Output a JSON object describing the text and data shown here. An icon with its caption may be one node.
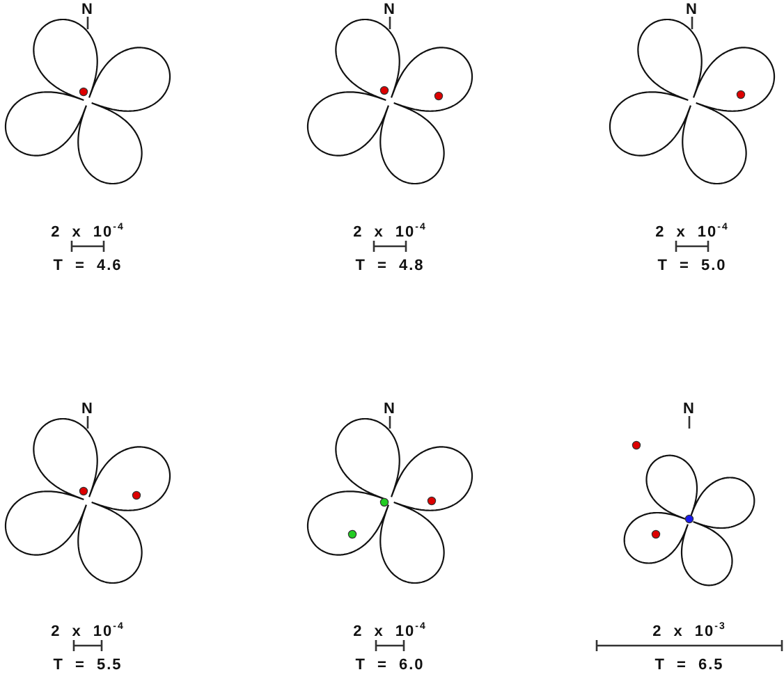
{
  "diagram": {
    "labels": [
      "N",
      "N",
      "N",
      "2 x 10$^{-4}$",
      "2 x 10$^{-4}$",
      "2 x 10$^{-4}$",
      "T = 4.6",
      "T = 4.8",
      "T = 5.0",
      "N",
      "N",
      "N",
      "2 x 10$^{-4}$",
      "2 x 10$^{-4}$",
      "2 x 10$^{-3}$",
      "T = 5.5",
      "T = 6.0",
      "T = 6.5"
    ]
  }
}
